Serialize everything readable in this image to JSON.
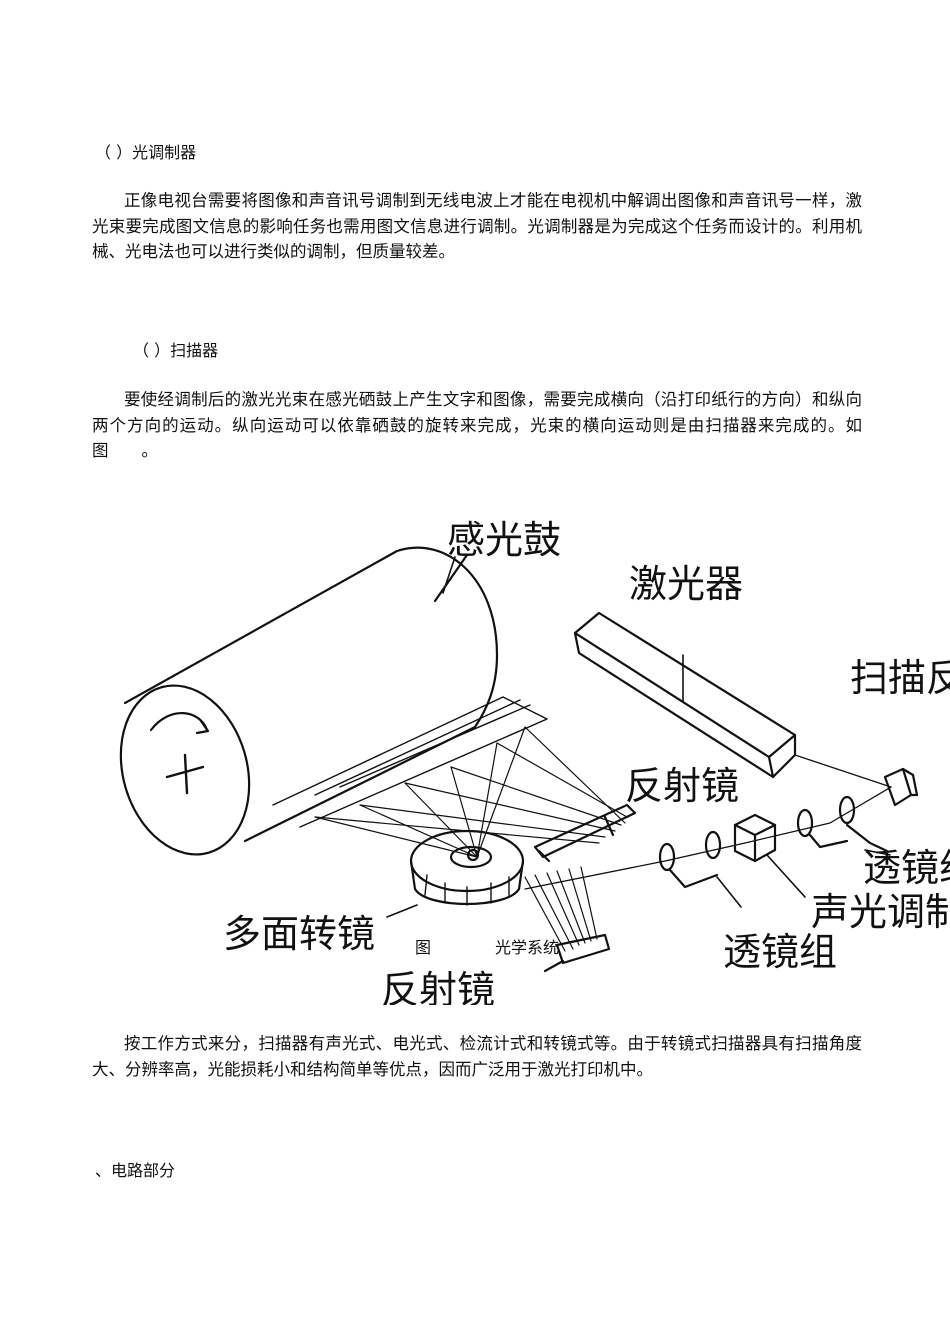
{
  "sections": {
    "s1_heading": "（ ）光调制器",
    "s1_para": "正像电视台需要将图像和声音讯号调制到无线电波上才能在电视机中解调出图像和声音讯号一样，激光束要完成图文信息的影响任务也需用图文信息进行调制。光调制器是为完成这个任务而设计的。利用机械、光电法也可以进行类似的调制，但质量较差。",
    "s2_heading": "（ ）扫描器",
    "s2_para": "要使经调制后的激光光束在感光硒鼓上产生文字和图像，需要完成横向（沿打印纸行的方向）和纵向两个方向的运动。纵向运动可以依靠硒鼓的旋转来完成，光束的横向运动则是由扫描器来完成的。如图　　。",
    "s3_para": "按工作方式来分，扫描器有声光式、电光式、检流计式和转镜式等。由于转镜式扫描器具有扫描角度大、分辨率高，光能损耗小和结构简单等优点，因而广泛用于激光打印机中。",
    "s4_heading": "、电路部分"
  },
  "figure": {
    "labels": {
      "drum": "感光鼓",
      "laser": "激光器",
      "scan_mirror": "扫描反",
      "reflector_top": "反射镜",
      "lens_group_right": "透镜组",
      "acousto_modulator": "声光调制",
      "lens_group_bottom": "透镜组",
      "polygon_mirror": "多面转镜",
      "reflector_bottom": "反射镜"
    },
    "caption_fig": "图",
    "caption_title": "光学系统"
  }
}
